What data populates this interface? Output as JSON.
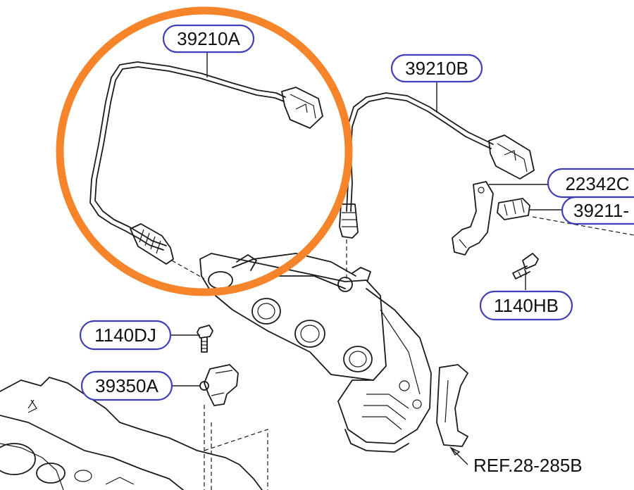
{
  "callouts": {
    "c39210a": "39210A",
    "c39210b": "39210B",
    "c22342c": "22342C",
    "c39211": "39211-",
    "c1140hb": "1140HB",
    "c1140dj": "1140DJ",
    "c39350a": "39350A"
  },
  "reference": "REF.28-285B",
  "colors": {
    "highlight": "#f5842a",
    "callout_border": "#3f3fb8",
    "line": "#1a1a1a"
  }
}
